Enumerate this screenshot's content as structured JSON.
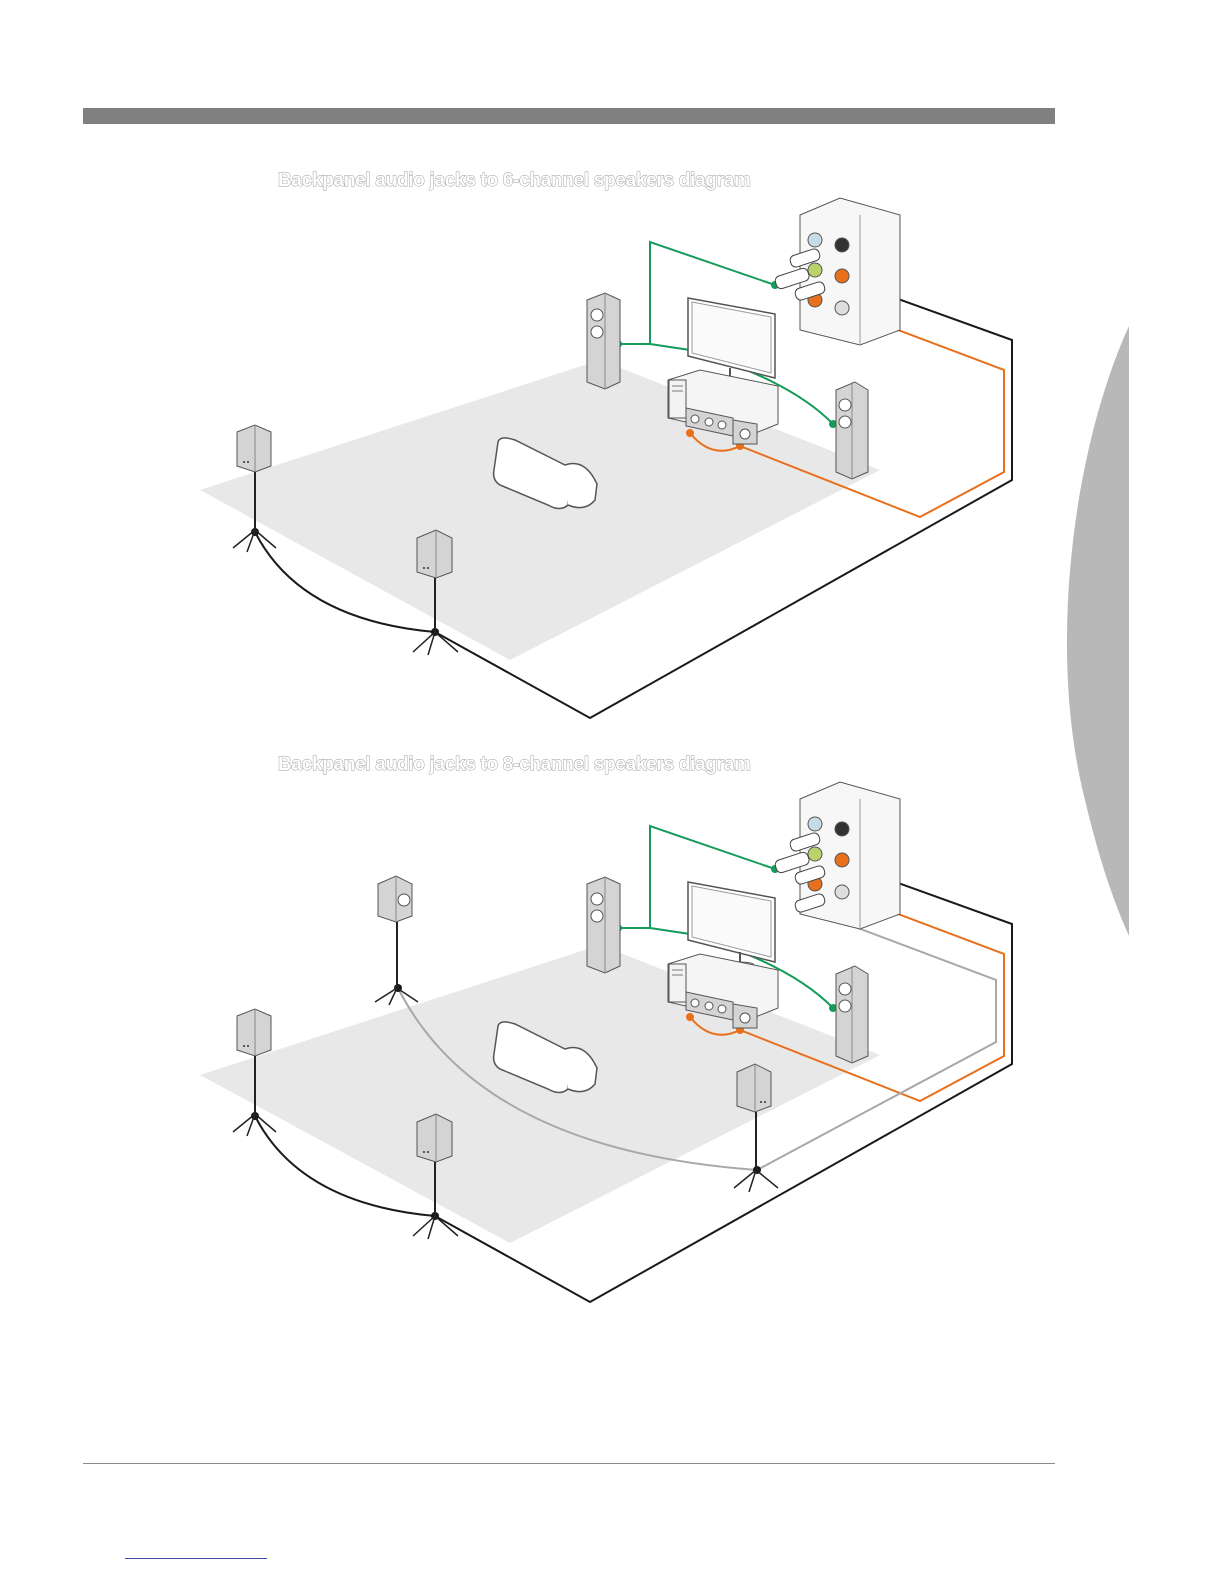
{
  "diagrams": [
    {
      "id": "six-channel",
      "title": "Backpanel audio jacks to 6-channel speakers diagram",
      "speaker_count": 6
    },
    {
      "id": "eight-channel",
      "title": "Backpanel audio jacks to 8-channel speakers diagram",
      "speaker_count": 8
    }
  ],
  "colors": {
    "header_bar": "#808080",
    "side_tab": "#b8b8b8",
    "front_cable": "#159c5b",
    "center_sub_cable": "#e8701c",
    "rear_cable": "#1a1a1a",
    "side_cable": "#a8a8a8",
    "floor": "#e8e8e8",
    "speaker_body": "#d4d4d4"
  },
  "icons": [
    "jack-panel-icon",
    "tower-speaker-icon",
    "monitor-icon",
    "pc-tower-icon",
    "center-speaker-icon",
    "subwoofer-icon",
    "sofa-icon",
    "stand-speaker-icon"
  ]
}
